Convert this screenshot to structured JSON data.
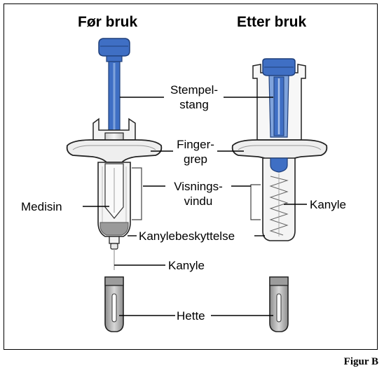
{
  "headers": {
    "before": "Før bruk",
    "after": "Etter bruk"
  },
  "labels": {
    "plunger_rod_line1": "Stempel-",
    "plunger_rod_line2": "stang",
    "finger_grip_line1": "Finger-",
    "finger_grip_line2": "grep",
    "view_window_line1": "Visnings-",
    "view_window_line2": "vindu",
    "medicine": "Medisin",
    "needle_right": "Kanyle",
    "needle_guard": "Kanylebeskyttelse",
    "needle_bottom": "Kanyle",
    "cap": "Hette"
  },
  "caption": "Figur B",
  "colors": {
    "plunger_blue": "#3f6fc4",
    "plunger_blue_dark": "#1f3f7a",
    "plunger_blue_light": "#7fa3dc",
    "outline": "#222222",
    "barrel_fill": "#f4f4f4",
    "grip_fill": "#eeeeee",
    "medicine_gray": "#9a9a9a"
  }
}
